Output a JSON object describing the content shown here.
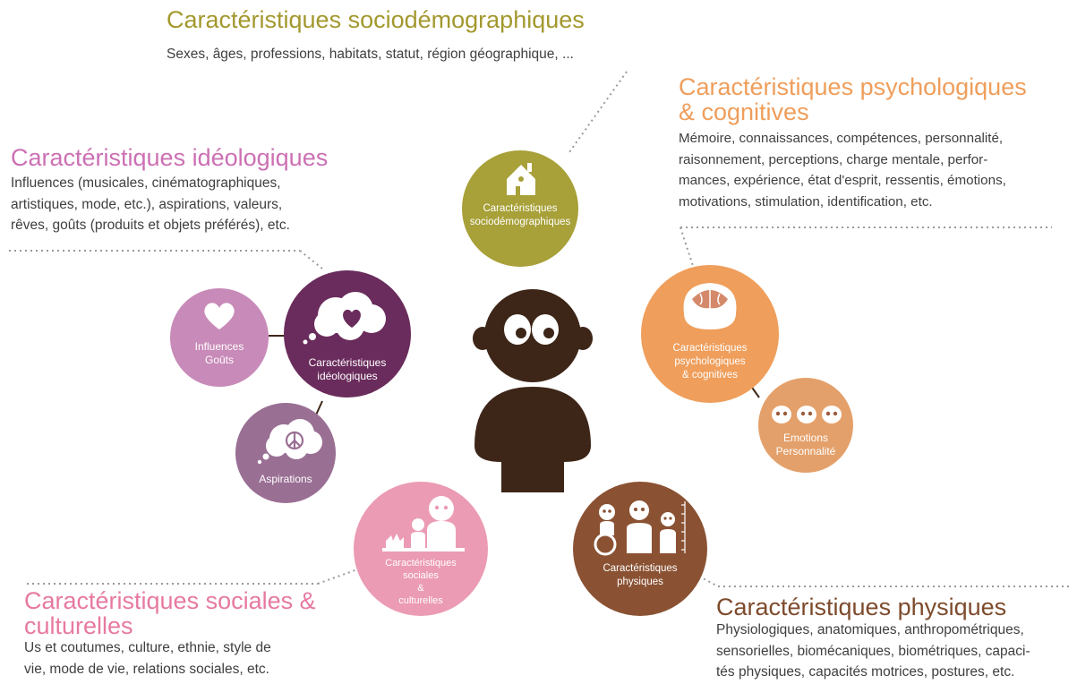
{
  "colors": {
    "olive": "#a8a038",
    "orange": "#ef9e5b",
    "light_orange": "#e4a06a",
    "plum": "#6a2c5c",
    "pink_purple": "#c88ab8",
    "mauve": "#9a6f94",
    "pink": "#eb9bb3",
    "brown": "#8a5233",
    "dark_brown": "#3d2618",
    "heading_olive": "#a3982e",
    "heading_orange": "#ef9e5b",
    "heading_pink": "#cc70b4",
    "heading_rose": "#e779a1",
    "heading_brown": "#7d4b2c"
  },
  "sociodemo": {
    "heading": "Caractéristiques sociodémographiques",
    "lines": [
      "Sexes, âges, professions, habitats, statut, région géographique, ..."
    ],
    "circle_lines": [
      "Caractéristiques",
      "sociodémographiques"
    ],
    "icon": "house-icon"
  },
  "psycho": {
    "heading_lines": [
      "Caractéristiques psychologiques",
      "& cognitives"
    ],
    "lines": [
      "Mémoire, connaissances, compétences, personnalité,",
      "raisonnement, perceptions, charge mentale, perfor-",
      "mances, expérience, état d'esprit, ressentis, émotions,",
      "motivations, stimulation, identification, etc."
    ],
    "circle_lines": [
      "Caractéristiques",
      "psychologiques",
      "& cognitives"
    ],
    "icon": "brain-icon"
  },
  "emotions": {
    "circle_lines": [
      "Emotions",
      "Personnalité"
    ],
    "icon": "faces-icon"
  },
  "ideo": {
    "heading": "Caractéristiques idéologiques",
    "lines": [
      "Influences  (musicales, cinématographiques,",
      "artistiques, mode, etc.), aspirations, valeurs,",
      "rêves, goûts (produits et objets préférés), etc."
    ],
    "circle_lines": [
      "Caractéristiques",
      "idéologiques"
    ],
    "icon": "heart-thought-icon"
  },
  "influences": {
    "circle_lines": [
      "Influences",
      "Goûts"
    ],
    "icon": "heart-icon"
  },
  "aspirations": {
    "circle_lines": [
      "Aspirations"
    ],
    "icon": "peace-thought-icon"
  },
  "social": {
    "heading_lines": [
      "Caractéristiques sociales &",
      "culturelles"
    ],
    "lines": [
      "Us et coutumes,  culture, ethnie, style de",
      "vie, mode de vie, relations sociales, etc."
    ],
    "circle_lines": [
      "Caractéristiques",
      "sociales",
      "&",
      "culturelles"
    ],
    "icon": "people-icon"
  },
  "physique": {
    "heading": "Caractéristiques physiques",
    "lines": [
      "Physiologiques, anatomiques, anthropométriques,",
      "sensorielles, biomécaniques, biométriques, capaci-",
      "tés physiques, capacités motrices, postures, etc."
    ],
    "circle_lines": [
      "Caractéristiques",
      "physiques"
    ],
    "icon": "body-figures-icon"
  }
}
